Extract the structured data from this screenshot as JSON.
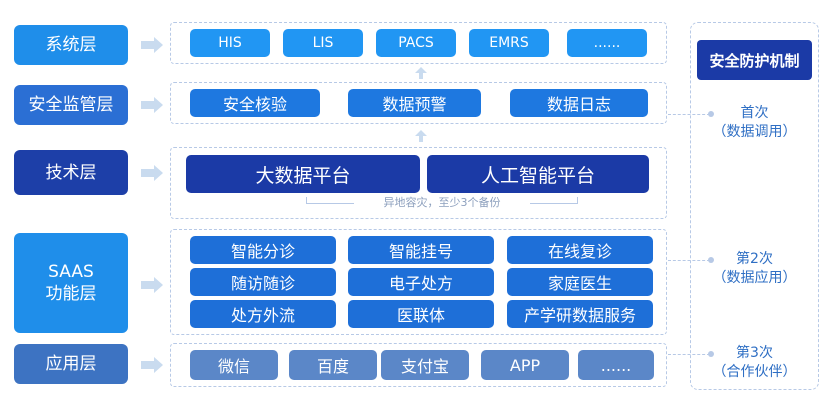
{
  "layers": {
    "system": "系统层",
    "security": "安全监管层",
    "tech": "技术层",
    "saas": "SAAS\n功能层",
    "app": "应用层"
  },
  "system_items": [
    "HIS",
    "LIS",
    "PACS",
    "EMRS",
    "......"
  ],
  "security_items": [
    "安全核验",
    "数据预警",
    "数据日志"
  ],
  "tech_items": [
    "大数据平台",
    "人工智能平台"
  ],
  "tech_note": "异地容灾，至少3个备份",
  "saas_items": [
    "智能分诊",
    "智能挂号",
    "在线复诊",
    "随访随诊",
    "电子处方",
    "家庭医生",
    "处方外流",
    "医联体",
    "产学研数据服务"
  ],
  "app_items": [
    "微信",
    "百度",
    "支付宝",
    "APP",
    "......"
  ],
  "sidebar": {
    "title": "安全防护机制",
    "first": "首次\n（数据调用）",
    "second": "第2次\n（数据应用）",
    "third": "第3次\n（合作伙伴）"
  }
}
